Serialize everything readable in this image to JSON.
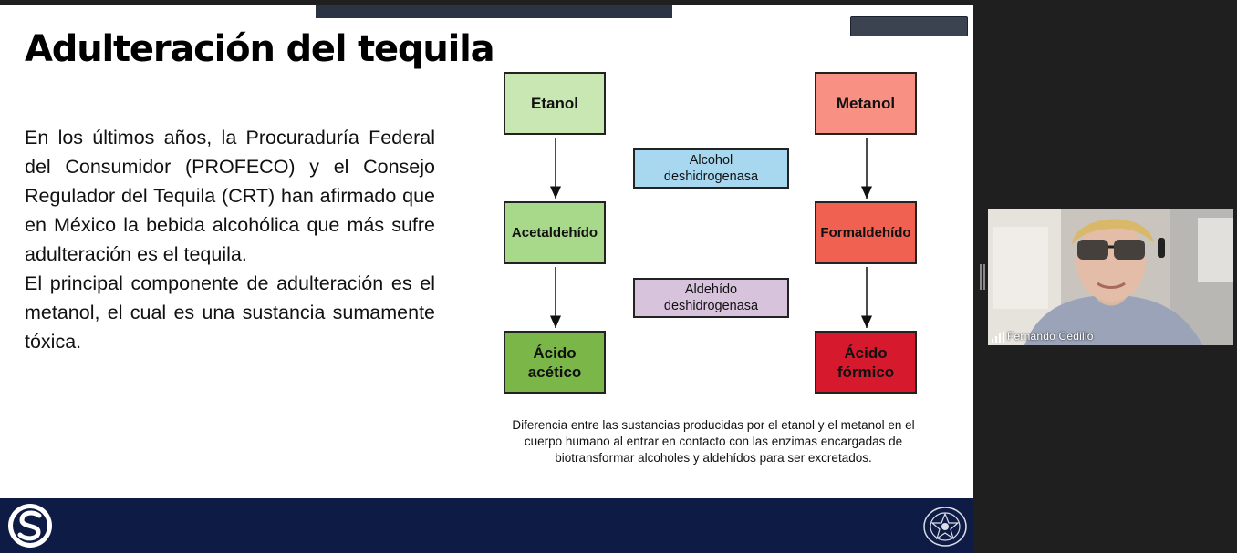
{
  "slide": {
    "title": "Adulteración del tequila",
    "paragraph1": "En los últimos años, la Procuraduría Federal del Consumidor (PROFECO) y el Consejo Regulador del Tequila (CRT) han afirmado que en México la bebida alcohólica que más sufre adulteración es el tequila.",
    "paragraph2": "El principal componente de adulteración es el metanol, el cual es una sustancia sumamente tóxica.",
    "diagram": {
      "ethanol_path": [
        "Etanol",
        "Acetaldehído",
        "Ácido acético"
      ],
      "methanol_path": [
        "Metanol",
        "Formaldehído",
        "Ácido fórmico"
      ],
      "enzymes": [
        {
          "line1": "Alcohol",
          "line2": "deshidrogenasa",
          "color": "#a8d8f0"
        },
        {
          "line1": "Aldehído",
          "line2": "deshidrogenasa",
          "color": "#d8c3dc"
        }
      ],
      "colors": {
        "etanol": "#c9e7b3",
        "acetaldehido": "#a8d98a",
        "acido_acetico": "#7ab648",
        "metanol": "#f99084",
        "formaldehido": "#f16152",
        "acido_formico": "#d7192e"
      }
    },
    "caption": "Diferencia entre las sustancias producidas por el etanol y el metanol en el cuerpo humano al entrar en contacto con las enzimas encargadas de biotransformar alcoholes y aldehídos para ser excretados."
  },
  "video": {
    "participant_name": "Fernando Cedillo"
  },
  "icons": {
    "signal": "signal-bars-icon",
    "logo": "institution-logo-icon",
    "emblem": "university-emblem-icon",
    "splitter": "panel-splitter-icon"
  },
  "theme": {
    "footer": "#0e1c45",
    "background": "#1f1f1f"
  }
}
